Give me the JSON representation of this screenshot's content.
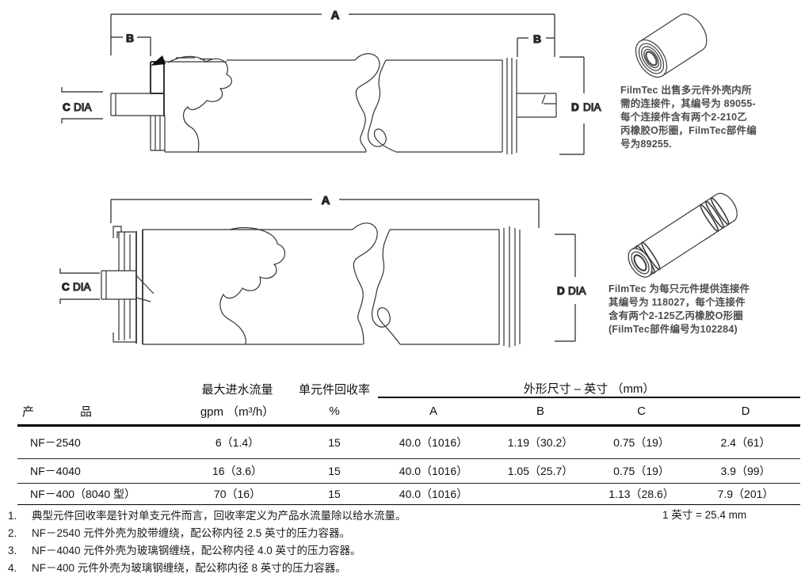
{
  "diagrams": {
    "top": {
      "dim_a": "A",
      "dim_b_left": "B",
      "dim_b_right": "B",
      "dim_c_letter": "C",
      "dim_c_word": "DIA",
      "dim_d_letter": "D",
      "dim_d_word": "DIA"
    },
    "bottom": {
      "dim_a": "A",
      "dim_c_letter": "C",
      "dim_c_word": "DIA",
      "dim_d_letter": "D",
      "dim_d_word": "DIA"
    },
    "coupler_note": {
      "line1": "FilmTec 出售多元件外壳内所",
      "line2": "需的连接件，其编号为 89055-",
      "line3": "每个连接件含有两个2-210乙",
      "line4": "丙橡胶O形圈，FilmTec部件编",
      "line5": "号为89255."
    },
    "interconnector_note": {
      "line1": "FilmTec 为每只元件提供连接件",
      "line2": "其编号为 118027，每个连接件",
      "line3": "含有两个2-125乙丙橡胶O形圈",
      "line4": "(FilmTec部件编号为102284)"
    }
  },
  "table": {
    "header": {
      "product_left": "产",
      "product_right": "品",
      "flow_top": "最大进水流量",
      "flow_bottom": "gpm （m³/h）",
      "recovery_top": "单元件回收率",
      "recovery_bottom": "%",
      "dims_top": "外形尺寸 – 英寸 （mm）",
      "col_a": "A",
      "col_b": "B",
      "col_c": "C",
      "col_d": "D"
    },
    "rows": [
      {
        "product": "NF－2540",
        "flow": "6（1.4）",
        "recovery": "15",
        "a": "40.0（1016）",
        "b": "1.19（30.2）",
        "c": "0.75（19）",
        "d": "2.4（61）"
      },
      {
        "product": "NF－4040",
        "flow": "16（3.6）",
        "recovery": "15",
        "a": "40.0（1016）",
        "b": "1.05（25.7）",
        "c": "0.75（19）",
        "d": "3.9（99）"
      },
      {
        "product": "NF－400（8040 型）",
        "flow": "70（16）",
        "recovery": "15",
        "a": "40.0（1016）",
        "b": "",
        "c": "1.13（28.6）",
        "d": "7.9（201）"
      }
    ]
  },
  "footnotes": {
    "items": [
      {
        "num": "1.",
        "text": "典型元件回收率是针对单支元件而言，回收率定义为产品水流量除以给水流量。"
      },
      {
        "num": "2.",
        "text": "NF－2540 元件外壳为胶带缠绕，配公称内径 2.5 英寸的压力容器。"
      },
      {
        "num": "3.",
        "text": "NF－4040 元件外壳为玻璃钢缠绕，配公称内径 4.0 英寸的压力容器。"
      },
      {
        "num": "4.",
        "text": "NF－400 元件外壳为玻璃钢缠绕，配公称内径 8 英寸的压力容器。"
      }
    ],
    "unit_note": "1 英寸 = 25.4 mm"
  }
}
